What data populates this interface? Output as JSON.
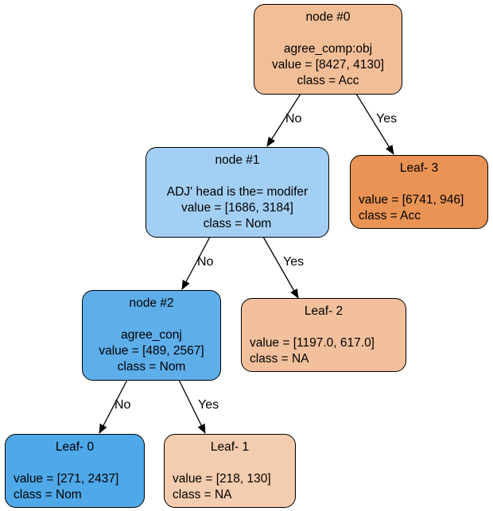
{
  "nodes": {
    "n0": {
      "title": "node #0",
      "feature": "agree_comp:obj",
      "value": "value = [8427, 4130]",
      "class_label": "class = Acc",
      "color": "#f2be98"
    },
    "n1": {
      "title": "node #1",
      "feature": "ADJ' head is the= modifer",
      "value": "value = [1686, 3184]",
      "class_label": "class = Nom",
      "color": "#a3cff4"
    },
    "n2": {
      "title": "node #2",
      "feature": "agree_conj",
      "value": "value = [489, 2567]",
      "class_label": "class = Nom",
      "color": "#5eaeea"
    },
    "leaf3": {
      "title": "Leaf- 3",
      "value": "value = [6741, 946]",
      "class_label": "class = Acc",
      "color": "#e99355"
    },
    "leaf2": {
      "title": "Leaf- 2",
      "value": "value = [1197.0, 617.0]",
      "class_label": "class = NA",
      "color": "#f2c09c"
    },
    "leaf0": {
      "title": "Leaf- 0",
      "value": "value = [271, 2437]",
      "class_label": "class = Nom",
      "color": "#4fa8e8"
    },
    "leaf1": {
      "title": "Leaf- 1",
      "value": "value = [218, 130]",
      "class_label": "class = NA",
      "color": "#f4ccaf"
    }
  },
  "edges": {
    "e_n0_n1": "No",
    "e_n0_leaf3": "Yes",
    "e_n1_n2": "No",
    "e_n1_leaf2": "Yes",
    "e_n2_leaf0": "No",
    "e_n2_leaf1": "Yes"
  }
}
